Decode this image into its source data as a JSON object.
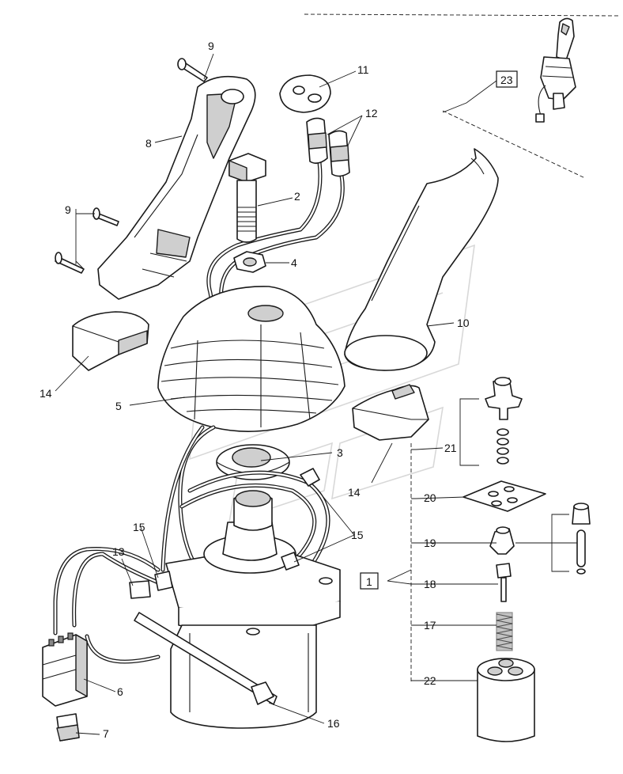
{
  "callouts": [
    {
      "id": "c9a",
      "text": "9"
    },
    {
      "id": "c11",
      "text": "11"
    },
    {
      "id": "c23",
      "text": "23"
    },
    {
      "id": "c12",
      "text": "12"
    },
    {
      "id": "c8",
      "text": "8"
    },
    {
      "id": "c2",
      "text": "2"
    },
    {
      "id": "c9b",
      "text": "9"
    },
    {
      "id": "c4",
      "text": "4"
    },
    {
      "id": "c10",
      "text": "10"
    },
    {
      "id": "c14a",
      "text": "14"
    },
    {
      "id": "c5",
      "text": "5"
    },
    {
      "id": "c21",
      "text": "21"
    },
    {
      "id": "c3",
      "text": "3"
    },
    {
      "id": "c14b",
      "text": "14"
    },
    {
      "id": "c20",
      "text": "20"
    },
    {
      "id": "c15a",
      "text": "15"
    },
    {
      "id": "c15b",
      "text": "15"
    },
    {
      "id": "c19",
      "text": "19"
    },
    {
      "id": "c13",
      "text": "13"
    },
    {
      "id": "c1",
      "text": "1"
    },
    {
      "id": "c18",
      "text": "18"
    },
    {
      "id": "c17",
      "text": "17"
    },
    {
      "id": "c6",
      "text": "6"
    },
    {
      "id": "c22",
      "text": "22"
    },
    {
      "id": "c16",
      "text": "16"
    },
    {
      "id": "c7",
      "text": "7"
    }
  ]
}
